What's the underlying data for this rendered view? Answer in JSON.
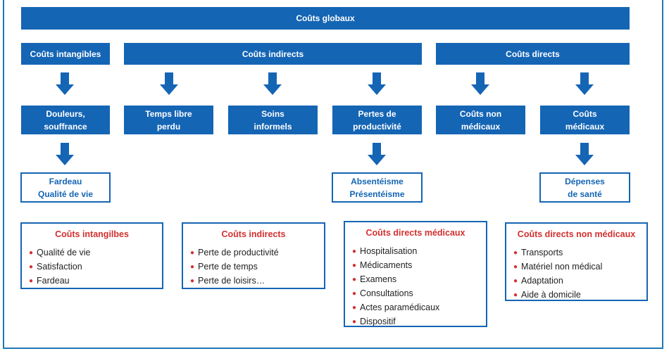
{
  "colors": {
    "primary": "#1565b5",
    "accent": "#d32f2f"
  },
  "top": {
    "title": "Coûts globaux"
  },
  "level1": [
    {
      "label": "Coûts intangibles"
    },
    {
      "label": "Coûts indirects"
    },
    {
      "label": "Coûts directs"
    }
  ],
  "level2": [
    {
      "line1": "Douleurs,",
      "line2": "souffrance"
    },
    {
      "line1": "Temps libre",
      "line2": "perdu"
    },
    {
      "line1": "Soins",
      "line2": "informels"
    },
    {
      "line1": "Pertes de",
      "line2": "productivité"
    },
    {
      "line1": "Coûts non",
      "line2": "médicaux"
    },
    {
      "line1": "Coûts",
      "line2": "médicaux"
    }
  ],
  "level3": [
    {
      "line1": "Fardeau",
      "line2": "Qualité de vie"
    },
    {
      "line1": "Absentéisme",
      "line2": "Présentéisme"
    },
    {
      "line1": "Dépenses",
      "line2": "de santé"
    }
  ],
  "panels": [
    {
      "title": "Coûts intangilbes",
      "items": [
        "Qualité de vie",
        "Satisfaction",
        "Fardeau"
      ]
    },
    {
      "title": "Coûts indirects",
      "items": [
        "Perte de productivité",
        "Perte de temps",
        "Perte de loisirs…"
      ]
    },
    {
      "title": "Coûts directs médicaux",
      "items": [
        "Hospitalisation",
        "Médicaments",
        "Examens",
        "Consultations",
        "Actes paramédicaux",
        "Dispositif"
      ]
    },
    {
      "title": "Coûts directs non médicaux",
      "items": [
        "Transports",
        "Matériel non médical",
        "Adaptation",
        "Aide à domicile"
      ]
    }
  ]
}
